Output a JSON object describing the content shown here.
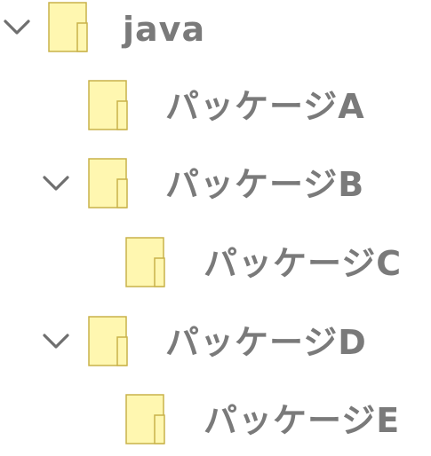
{
  "tree": {
    "nodes": [
      {
        "id": "java",
        "label": "java",
        "depth": 0,
        "expanded": true,
        "has_children": true,
        "icon": "folder-icon"
      },
      {
        "id": "pkgA",
        "label": "パッケージA",
        "depth": 1,
        "expanded": false,
        "has_children": false,
        "icon": "folder-icon"
      },
      {
        "id": "pkgB",
        "label": "パッケージB",
        "depth": 1,
        "expanded": true,
        "has_children": true,
        "icon": "folder-icon"
      },
      {
        "id": "pkgC",
        "label": "パッケージC",
        "depth": 2,
        "expanded": false,
        "has_children": false,
        "icon": "folder-icon"
      },
      {
        "id": "pkgD",
        "label": "パッケージD",
        "depth": 1,
        "expanded": true,
        "has_children": true,
        "icon": "folder-icon"
      },
      {
        "id": "pkgE",
        "label": "パッケージE",
        "depth": 2,
        "expanded": false,
        "has_children": false,
        "icon": "folder-icon"
      }
    ]
  },
  "colors": {
    "label": "#7a7a7a",
    "chevron": "#6f6f6f",
    "folder_fill": "#fff7b0",
    "folder_stroke": "#c9b24a"
  }
}
